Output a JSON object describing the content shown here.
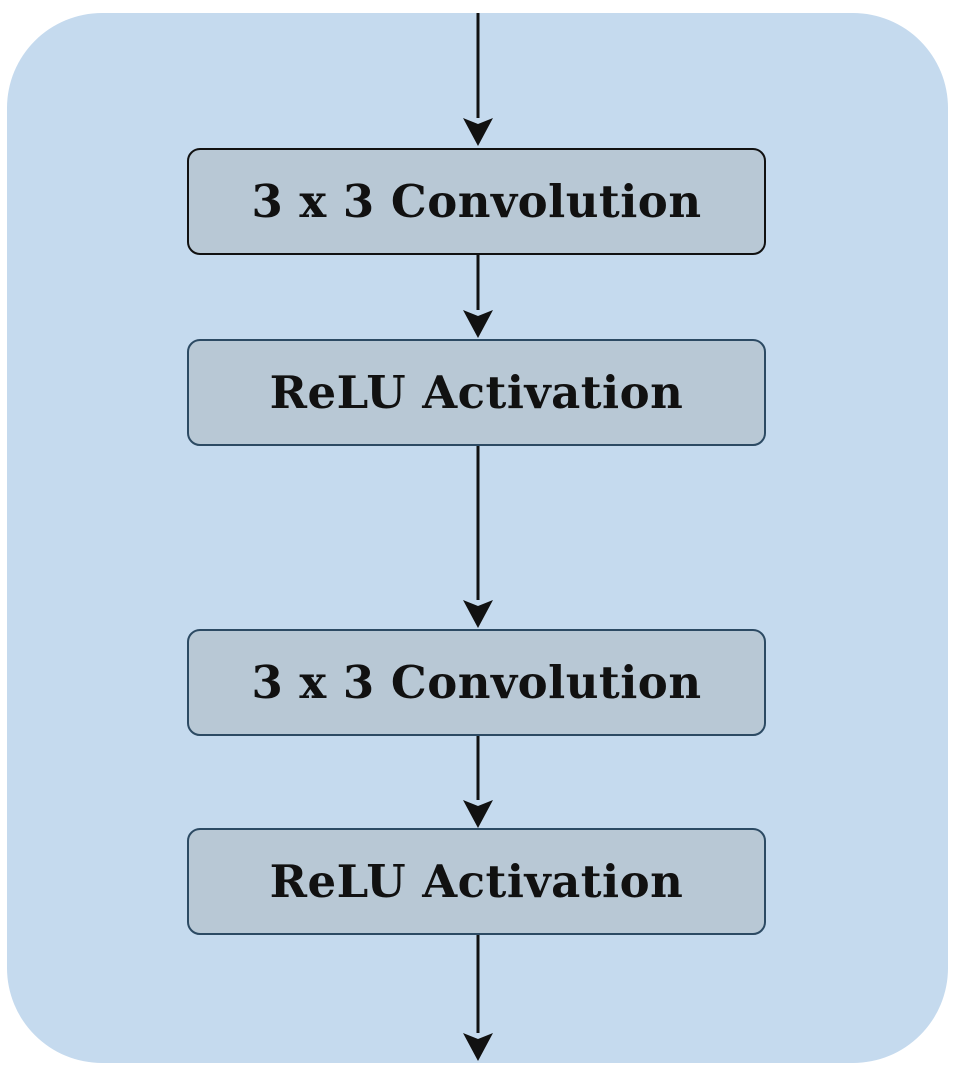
{
  "colors": {
    "container_fill": "#c5daee",
    "block_fill": "#b8c8d5",
    "block_border_primary": "#111111",
    "block_border_secondary": "#2c4a63",
    "arrow": "#111111"
  },
  "blocks": [
    {
      "label": "3 x 3 Convolution",
      "border_style": "primary"
    },
    {
      "label": "ReLU Activation",
      "border_style": "secondary"
    },
    {
      "label": "3 x 3 Convolution",
      "border_style": "secondary"
    },
    {
      "label": "ReLU Activation",
      "border_style": "secondary"
    }
  ]
}
